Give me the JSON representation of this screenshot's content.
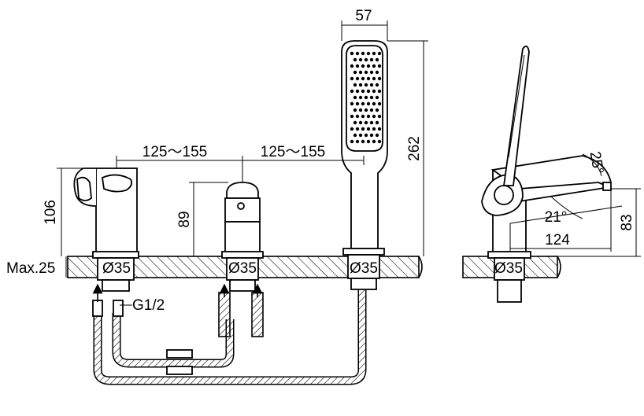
{
  "dimensions": {
    "spout_height": "106",
    "valve_height": "89",
    "spacing_left": "125～155",
    "spacing_right": "125～155",
    "handshower_width": "57",
    "handshower_height": "262",
    "deck_thickness": "Max.25",
    "hole_diameter_1": "Ø35",
    "hole_diameter_2": "Ø35",
    "hole_diameter_3": "Ø35",
    "hole_diameter_4": "Ø35",
    "thread": "G1/2",
    "side_height": "83",
    "side_reach": "124",
    "angle_lower": "21°",
    "angle_upper": "25°"
  }
}
